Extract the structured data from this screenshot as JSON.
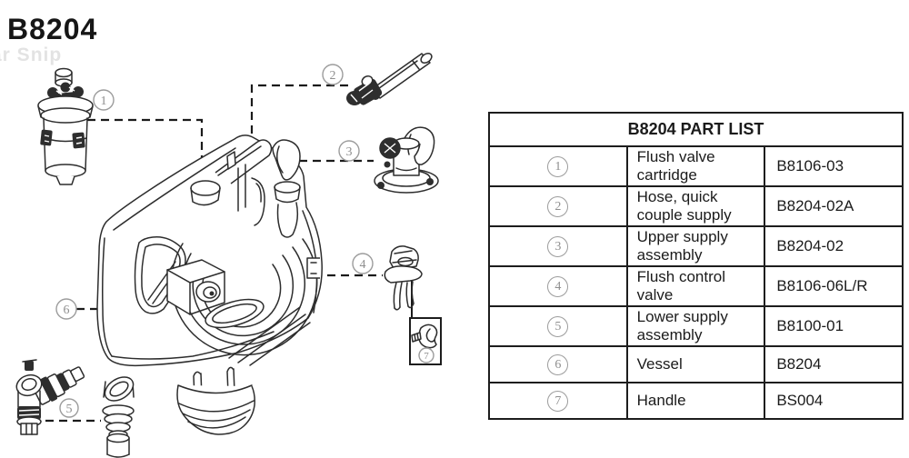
{
  "header": {
    "title": "B8204",
    "watermark": "ar Snip"
  },
  "diagram": {
    "callouts": [
      {
        "n": "1"
      },
      {
        "n": "2"
      },
      {
        "n": "3"
      },
      {
        "n": "4"
      },
      {
        "n": "5"
      },
      {
        "n": "6"
      },
      {
        "n": "7"
      }
    ]
  },
  "table": {
    "title": "B8204 PART LIST",
    "rows": [
      {
        "num": "1",
        "desc": "Flush valve cartridge",
        "part": "B8106-03"
      },
      {
        "num": "2",
        "desc": "Hose, quick couple supply",
        "part": "B8204-02A"
      },
      {
        "num": "3",
        "desc": "Upper supply assembly",
        "part": "B8204-02"
      },
      {
        "num": "4",
        "desc": "Flush control valve",
        "part": "B8106-06L/R"
      },
      {
        "num": "5",
        "desc": "Lower supply assembly",
        "part": "B8100-01"
      },
      {
        "num": "6",
        "desc": "Vessel",
        "part": "B8204"
      },
      {
        "num": "7",
        "desdesc": "",
        "desc": "Handle",
        "part": "BS004"
      }
    ]
  },
  "colors": {
    "line_art": "#2d2d2d",
    "callout_gray": "#8f8f8f",
    "table_border": "#1d1d1d",
    "text": "#1b1b1b",
    "watermark": "#e3e3e3",
    "background": "#ffffff"
  }
}
